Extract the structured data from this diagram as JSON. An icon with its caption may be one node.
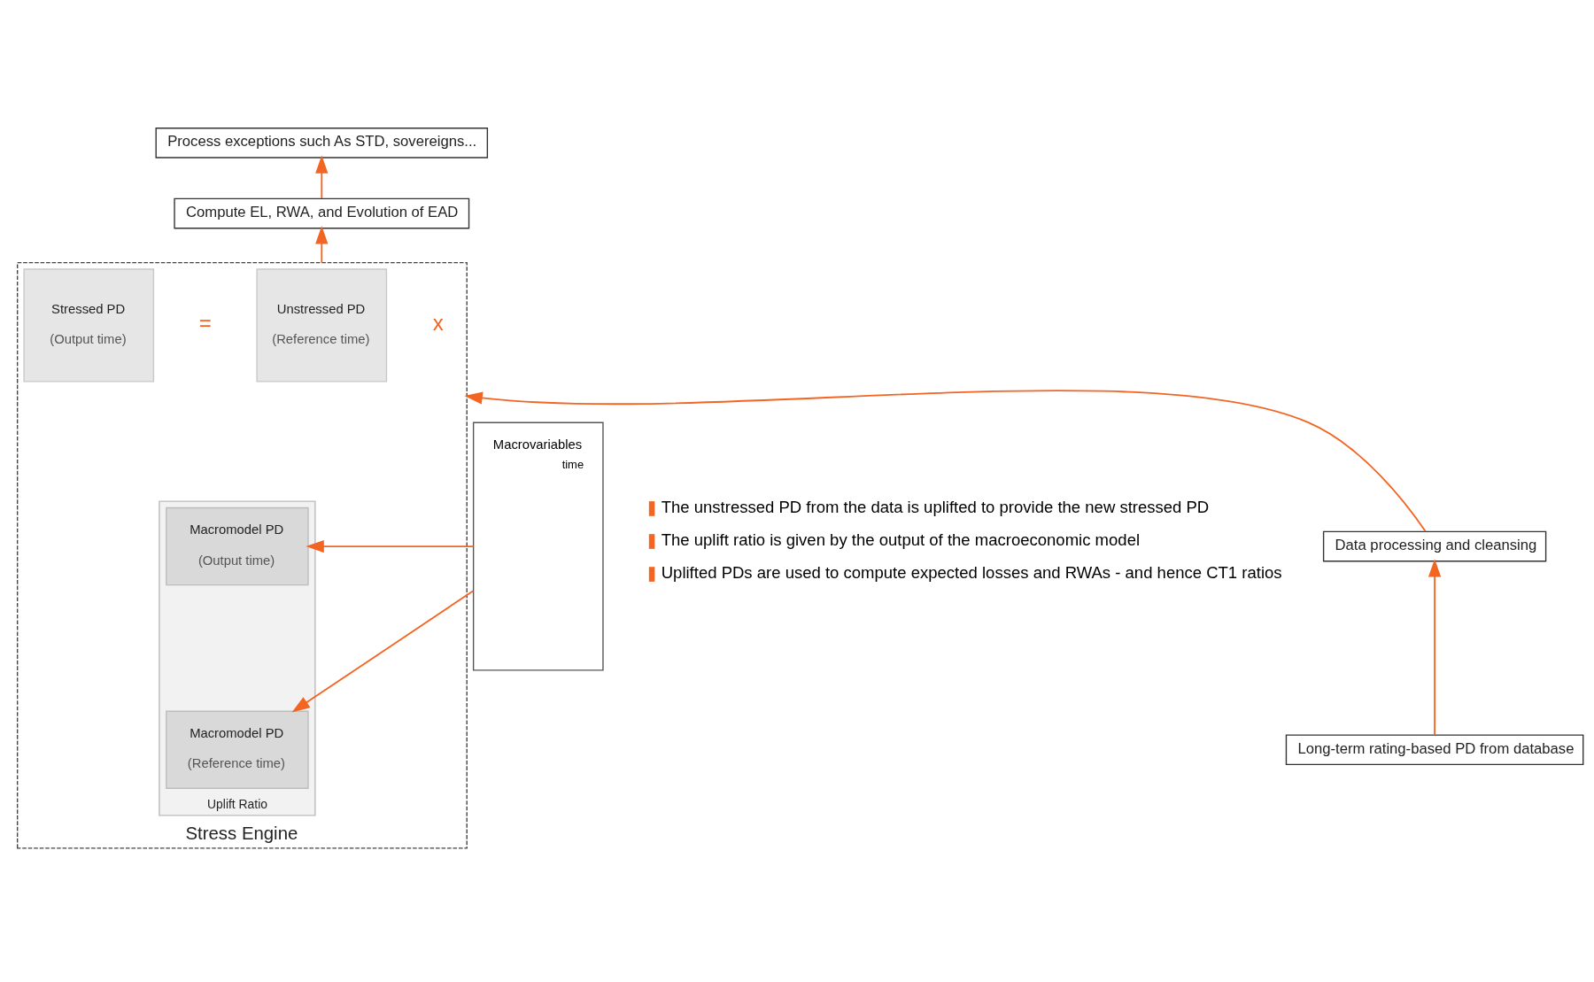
{
  "diagram": {
    "nodes": [
      {
        "text": [
          "Process exceptions such As STD, sovereigns..."
        ]
      },
      {
        "text": [
          "Compute EL, RWA, and Evolution of EAD"
        ]
      },
      {
        "text": [
          "Stress Engine"
        ]
      },
      {
        "text": [
          "Stressed PD",
          "(Output time)"
        ],
        "in": 2
      },
      {
        "text": [
          "Unstressed PD",
          "(Reference time)"
        ],
        "in": 2
      },
      {
        "text": [
          "Uplift Ratio"
        ],
        "in": 2
      },
      {
        "text": [
          "Macromodel PD",
          "(Output time)"
        ],
        "in": 5
      },
      {
        "text": [
          "Macromodel PD",
          "(Reference time)"
        ],
        "in": 5
      },
      {
        "text": [
          "Macrovariables"
        ]
      },
      {
        "text": [
          "Data processing and cleansing"
        ]
      },
      {
        "text": [
          "Long-term rating-based PD from database"
        ]
      }
    ],
    "edges": [
      {
        "from": 1,
        "to": 0,
        "arrow": "to"
      },
      {
        "from": 2,
        "to": 1,
        "arrow": "to"
      },
      {
        "from": 9,
        "to": 2,
        "arrow": "to"
      },
      {
        "from": 10,
        "to": 9,
        "arrow": "to"
      },
      {
        "from": 8,
        "to": 6,
        "arrow": "to"
      },
      {
        "from": 8,
        "to": 7,
        "arrow": "to"
      }
    ],
    "labels": [
      "=",
      "x",
      "time",
      "The unstressed PD from the data is uplifted to provide the new stressed PD",
      "The uplift ratio is given by the output of the macroeconomic model",
      "Uplifted PDs are used to compute expected losses and RWAs - and hence CT1 ratios"
    ]
  }
}
